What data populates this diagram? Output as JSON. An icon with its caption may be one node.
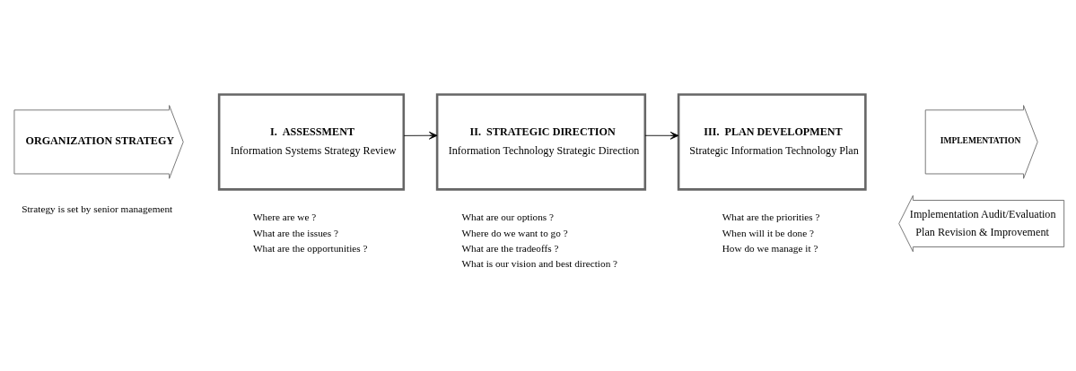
{
  "diagram": {
    "nodes": [
      {
        "text": [
          "ORGANIZATION STRATEGY"
        ],
        "beside": [
          "Strategy is set by senior management"
        ]
      },
      {
        "text": [
          "I.  ASSESSMENT",
          "Information Systems Strategy Review"
        ],
        "beside": [
          "Where are we ?",
          "What are the issues ?",
          "What are the opportunities ?"
        ]
      },
      {
        "text": [
          "II.  STRATEGIC DIRECTION",
          "Information Technology Strategic Direction"
        ],
        "beside": [
          "What are our options ?",
          "Where do we want to go ?",
          "What are the tradeoffs ?",
          "What is our vision and best direction ?"
        ]
      },
      {
        "text": [
          "III.  PLAN DEVELOPMENT",
          "Strategic Information Technology Plan"
        ],
        "beside": [
          "What are the priorities ?",
          "When will it be done ?",
          "How do we manage it ?"
        ]
      },
      {
        "text": [
          "IMPLEMENTATION"
        ]
      },
      {
        "text": [
          "Implementation Audit/Evaluation",
          "Plan Revision & Improvement"
        ]
      }
    ],
    "edges": [
      {
        "from": 1,
        "to": 2,
        "arrow": "to"
      },
      {
        "from": 2,
        "to": 3,
        "arrow": "to"
      }
    ]
  }
}
